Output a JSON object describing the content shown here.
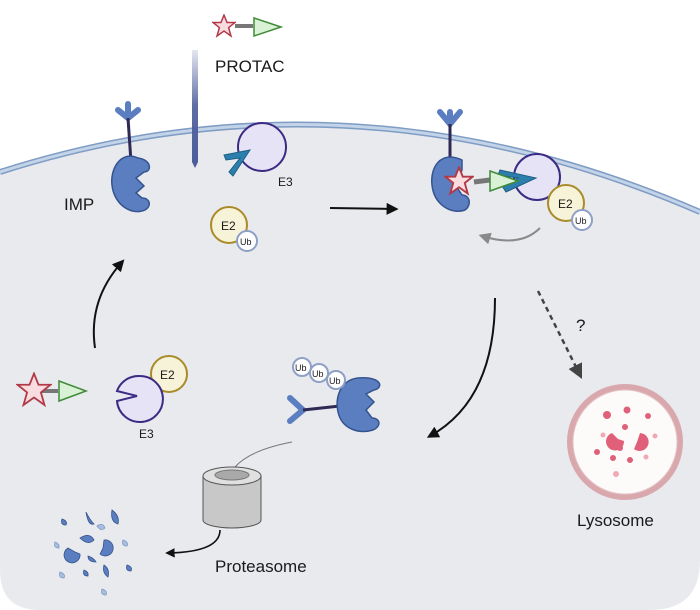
{
  "title": "PROTAC-mediated degradation of integral membrane proteins",
  "labels": {
    "protac": "PROTAC",
    "imp": "IMP",
    "e3_top": "E3",
    "e2_top": "E2",
    "ub_top": "Ub",
    "e2_complex": "E2",
    "ub_complex": "Ub",
    "e3_bottom": "E3",
    "e2_bottom": "E2",
    "ub_chain": [
      "Ub",
      "Ub",
      "Ub"
    ],
    "question": "?",
    "lysosome": "Lysosome",
    "proteasome": "Proteasome"
  },
  "colors": {
    "cell_fill": "#e8eaee",
    "membrane": "#aac0dc",
    "membrane_edge": "#7f9cc4",
    "imp_fill": "#5b7ec0",
    "imp_stroke": "#35538f",
    "stalk": "#2e2a55",
    "e3_fill": "#e6e3f6",
    "e3_stroke": "#3c2b84",
    "e2_fill": "#f6f3d8",
    "e2_stroke": "#a98b2a",
    "ub_fill": "#ffffff",
    "ub_stroke": "#8ea0c6",
    "star_fill": "#f8dcdf",
    "star_stroke": "#b23a48",
    "triangle_fill": "#d9f2d6",
    "triangle_stroke": "#3f8a37",
    "linker": "#777777",
    "adaptor": "#2c7fad",
    "lysosome_outer": "#d8a8ad",
    "lysosome_inner": "#fdfbf9",
    "lysosome_frag": "#e0607a",
    "proteasome_body": "#cfcfcf",
    "arrow": "#111111",
    "arrow_grey": "#8a8a8a"
  }
}
